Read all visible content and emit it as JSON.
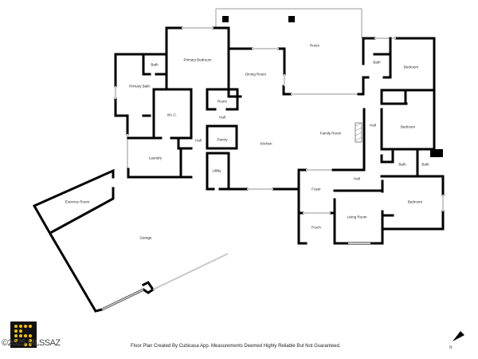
{
  "rooms": {
    "room_patio": "Room",
    "primary_bedroom": "Primary Bedroom",
    "dining_room": "Dining Room",
    "bath_1": "Bath",
    "primary_bath": "Primary Bath",
    "wic": "W.I.C.",
    "room_small": "Room",
    "hall_1": "Hall",
    "hall_2": "Hall",
    "pantry": "Pantry",
    "kitchen": "Kitchen",
    "laundry": "Laundry",
    "utility": "Utility",
    "family_room": "Family Room",
    "hall_3": "Hall",
    "hall_4": "Hall",
    "bath_2": "Bath",
    "bedroom_1": "Bedroom",
    "bedroom_2": "Bedroom",
    "bath_3": "Bath",
    "bath_4": "Bath",
    "bedroom_3": "Bedroom",
    "foyer": "Foyer",
    "living_room": "Living Room",
    "porch": "Porch",
    "exercise_room": "Exercise Room",
    "garage": "Garage"
  },
  "footer": {
    "disclaimer": "Floor Plan Created By Cubicasa App. Measurements Deemed Highly Reliable But Not Guaranteed.",
    "copyright": "©2025 MLSSAZ"
  },
  "icons": {
    "compass": "north-arrow-icon",
    "logo": "mls-logo"
  }
}
